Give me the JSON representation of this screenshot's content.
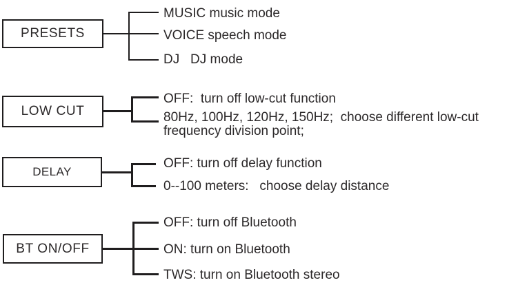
{
  "diagram": {
    "title": "audio-device-menu-feature-tree",
    "colors": {
      "line": "#1f1d1e",
      "text": "#2b2829",
      "background": "#ffffff"
    },
    "sections": [
      {
        "box_label": "PRESETS",
        "branches": [
          {
            "text": "MUSIC music mode"
          },
          {
            "text": "VOICE speech mode"
          },
          {
            "text": "DJ   DJ mode"
          }
        ]
      },
      {
        "box_label": "LOW CUT",
        "branches": [
          {
            "text": "OFF:  turn off low-cut function"
          },
          {
            "text": "80Hz, 100Hz, 120Hz, 150Hz;  choose different low-cut frequency division point;"
          }
        ]
      },
      {
        "box_label": "DELAY",
        "branches": [
          {
            "text": "OFF: turn off delay function"
          },
          {
            "text": "0--100 meters:   choose delay distance"
          }
        ]
      },
      {
        "box_label": "BT ON/OFF",
        "branches": [
          {
            "text": "OFF: turn off Bluetooth"
          },
          {
            "text": "ON: turn on Bluetooth"
          },
          {
            "text": "TWS: turn on Bluetooth stereo"
          }
        ]
      }
    ]
  }
}
